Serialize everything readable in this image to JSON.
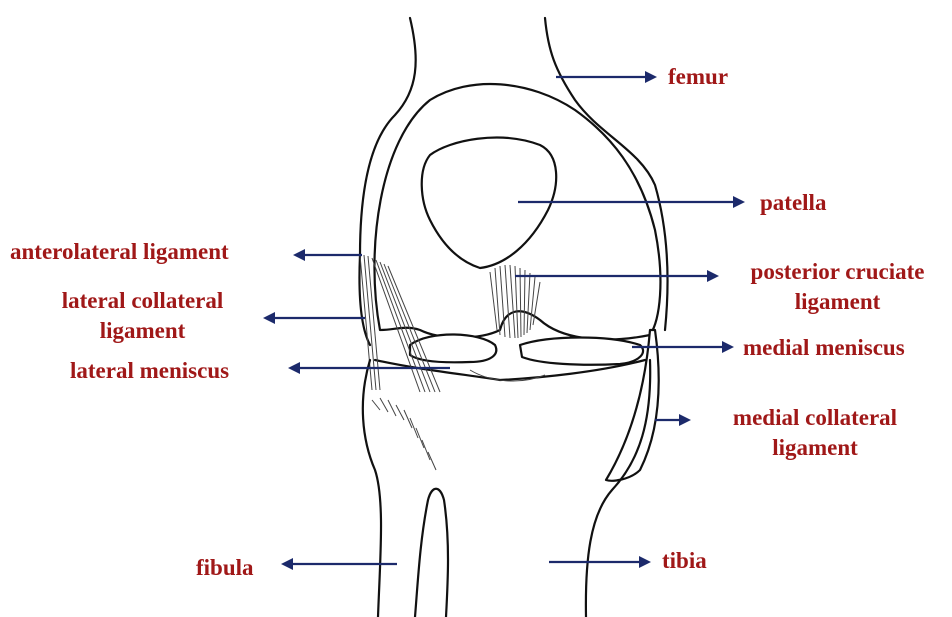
{
  "labels": {
    "femur": "femur",
    "patella": "patella",
    "posterior_cruciate_line1": "posterior cruciate",
    "posterior_cruciate_line2": "ligament",
    "medial_meniscus": "medial meniscus",
    "medial_collateral_line1": "medial collateral",
    "medial_collateral_line2": "ligament",
    "tibia": "tibia",
    "fibula": "fibula",
    "anterolateral_ligament": "anterolateral ligament",
    "lateral_collateral_line1": "lateral collateral",
    "lateral_collateral_line2": "ligament",
    "lateral_meniscus": "lateral meniscus"
  },
  "colors": {
    "label_text": "#a01818",
    "arrow": "#1c2a6b",
    "outline": "#111111"
  }
}
